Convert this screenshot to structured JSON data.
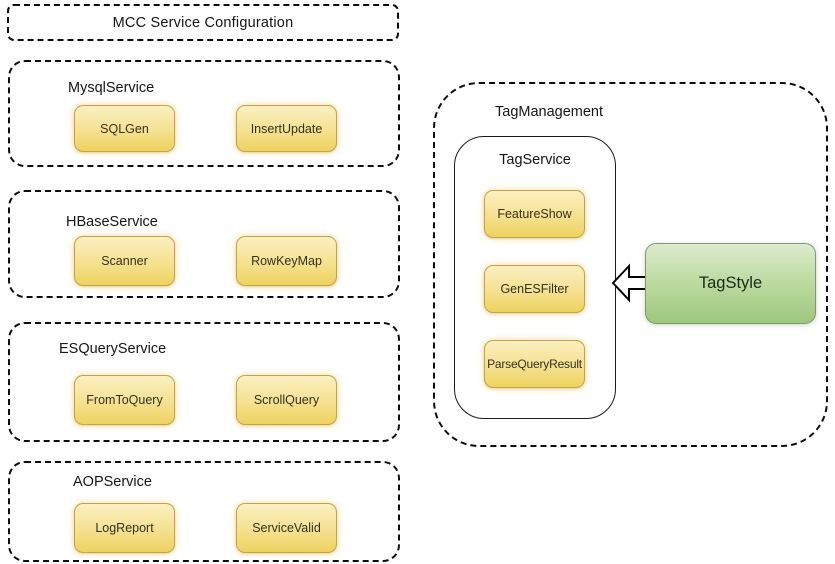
{
  "mcc": {
    "title": "MCC Service Configuration"
  },
  "groups": [
    {
      "label": "MysqlService",
      "items": [
        "SQLGen",
        "InsertUpdate"
      ]
    },
    {
      "label": "HBaseService",
      "items": [
        "Scanner",
        "RowKeyMap"
      ]
    },
    {
      "label": "ESQueryService",
      "items": [
        "FromToQuery",
        "ScrollQuery"
      ]
    },
    {
      "label": "AOPService",
      "items": [
        "LogReport",
        "ServiceValid"
      ]
    }
  ],
  "tag_management": {
    "label": "TagManagement",
    "tag_service": {
      "label": "TagService",
      "items": [
        "FeatureShow",
        "GenESFilter",
        "ParseQueryResult"
      ]
    },
    "tag_style": {
      "label": "TagStyle"
    },
    "arrow": {
      "from": "TagStyle",
      "to": "TagService",
      "direction": "left"
    }
  },
  "colors": {
    "node_fill_top": "#FAF0C1",
    "node_fill_bottom": "#EDD35E",
    "node_border": "#C9A23E",
    "tagstyle_fill_top": "#DCEBCE",
    "tagstyle_fill_bottom": "#9CC77E",
    "tagstyle_border": "#7F9A6D",
    "dashed_border": "#0D0D0D",
    "background": "#FFFFFF"
  }
}
